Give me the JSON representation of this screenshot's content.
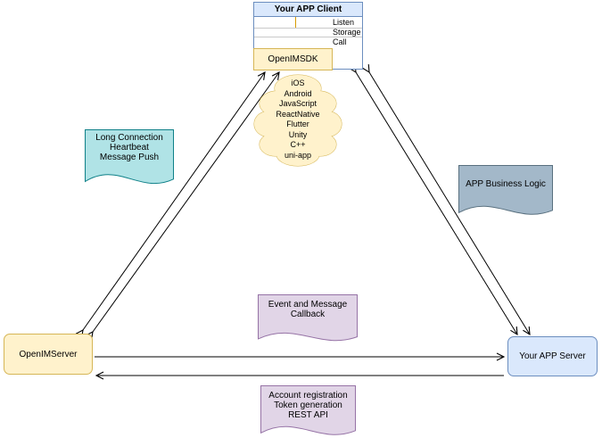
{
  "client": {
    "title": "Your APP Client",
    "ports": [
      "Listen",
      "Storage",
      "Call"
    ],
    "sdk": "OpenIMSDK"
  },
  "cloud_platforms": [
    "iOS",
    "Android",
    "JavaScript",
    "ReactNative",
    "Flutter",
    "Unity",
    "C++",
    "uni-app"
  ],
  "callouts": {
    "long_connection": [
      "Long Connection",
      "Heartbeat",
      "Message Push"
    ],
    "business_logic": [
      "APP Business Logic"
    ],
    "event_callback": [
      "Event and Message",
      "Callback"
    ],
    "rest_api": [
      "Account registration",
      "Token generation",
      "REST API"
    ]
  },
  "servers": {
    "openim": "OpenIMServer",
    "app": "Your APP Server"
  },
  "colors": {
    "yellow-fill": "#fff2cc",
    "yellow-stroke": "#d6b656",
    "blue-fill": "#dae8fc",
    "blue-stroke": "#6c8ebf",
    "teal-fill": "#b0e3e6",
    "teal-stroke": "#0e8088",
    "gray-fill": "#a3b8c9",
    "gray-stroke": "#59707f",
    "purple-fill": "#e1d5e7",
    "purple-stroke": "#9673a6"
  }
}
